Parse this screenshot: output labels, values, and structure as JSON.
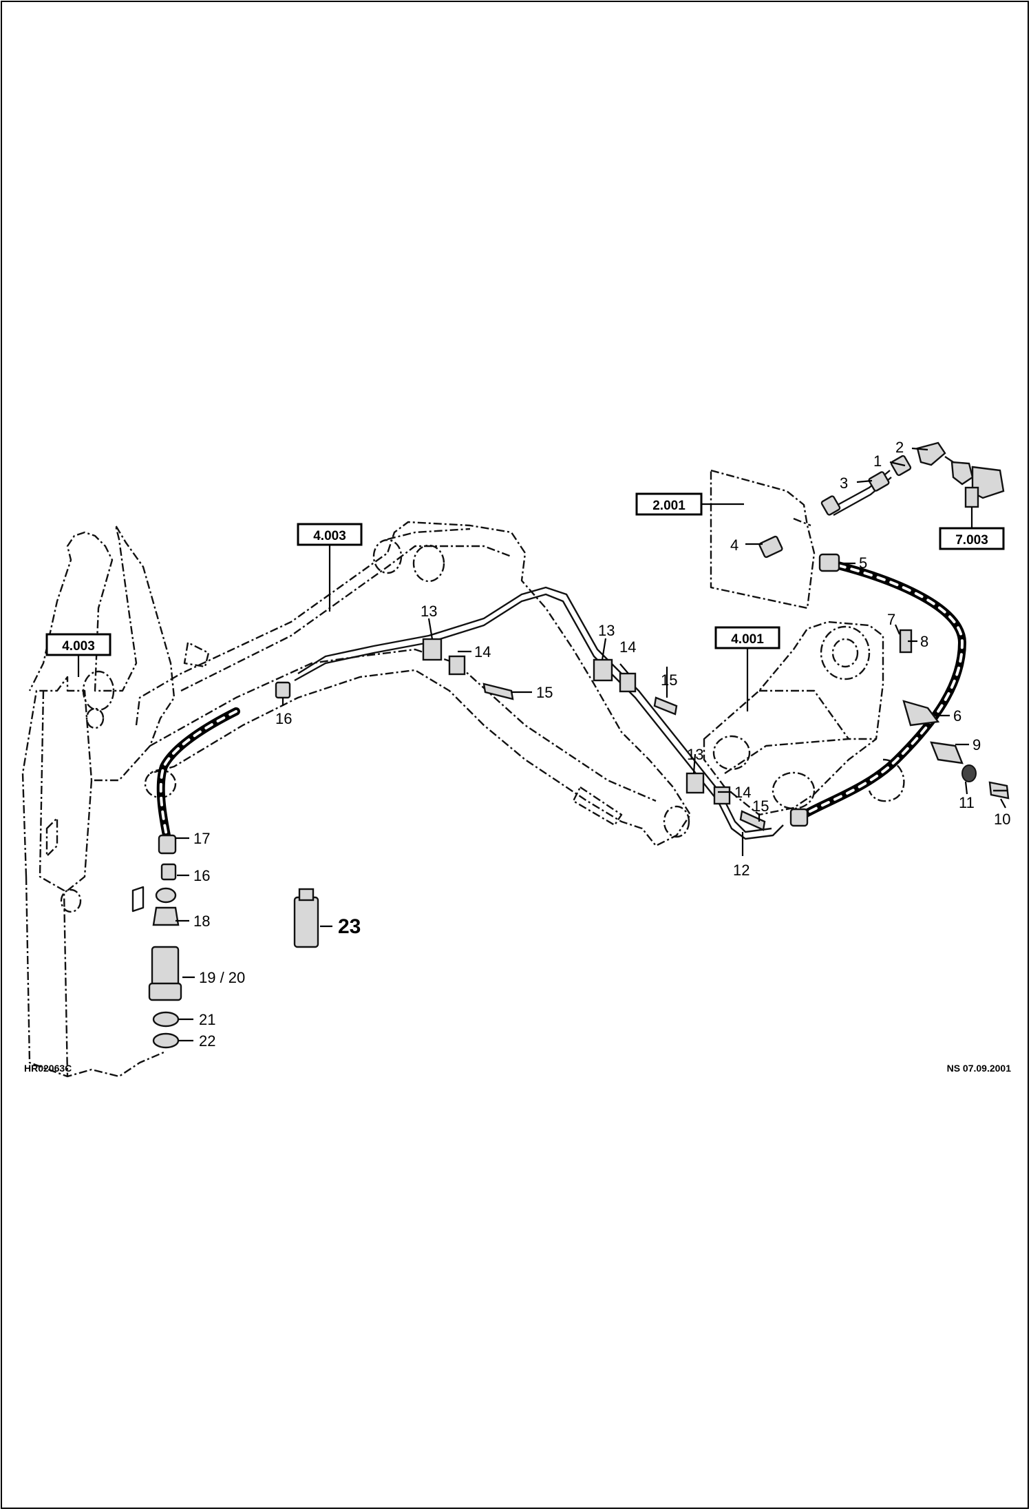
{
  "references": {
    "r1": "4.003",
    "r2": "4.003",
    "r3": "2.001",
    "r4": "7.003",
    "r5": "4.001"
  },
  "callouts": {
    "c1": "1",
    "c2": "2",
    "c3": "3",
    "c4": "4",
    "c5": "5",
    "c6": "6",
    "c7": "7",
    "c8": "8",
    "c9": "9",
    "c10": "10",
    "c11": "11",
    "c12": "12",
    "c13a": "13",
    "c13b": "13",
    "c13c": "13",
    "c14a": "14",
    "c14b": "14",
    "c14c": "14",
    "c15a": "15",
    "c15b": "15",
    "c15c": "15",
    "c16a": "16",
    "c16b": "16",
    "c17": "17",
    "c18": "18",
    "c19": "19 / 20",
    "c21": "21",
    "c22": "22",
    "c23": "23"
  },
  "drawing_code": "HR02063C",
  "revision": "NS 07.09.2001"
}
